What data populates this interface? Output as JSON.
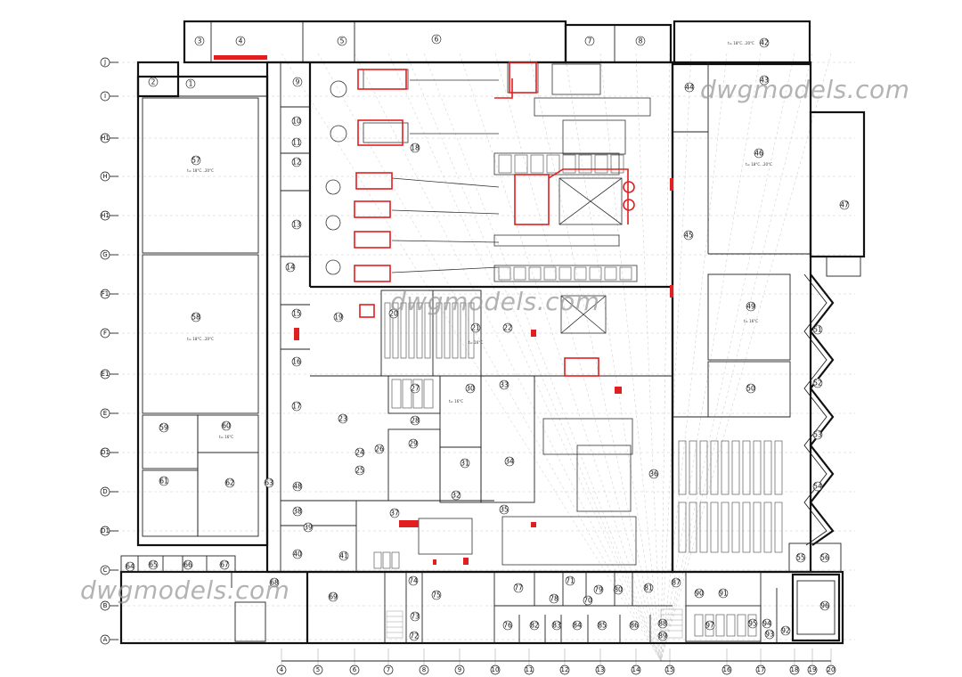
{
  "watermarks": [
    "dwgmodels.com",
    "dwgmodels.com",
    "dwgmodels.com"
  ],
  "axes": {
    "rows": [
      "J",
      "I",
      "H1",
      "H",
      "H1",
      "G",
      "F1",
      "F",
      "E1",
      "E",
      "D1",
      "D",
      "D1",
      "C",
      "B",
      "A"
    ],
    "columns": [
      "4",
      "5",
      "6",
      "7",
      "8",
      "9",
      "10",
      "11",
      "12",
      "13",
      "14",
      "15",
      "16",
      "17",
      "18",
      "19",
      "20"
    ]
  },
  "room_notes": {
    "r57": "t= 18°C...20°C",
    "r58": "t= 18°C...20°C",
    "r46": "t= 18°C...20°C",
    "r42": "t= 18°C...20°C",
    "r49": "t= 16°C",
    "r60": "t= 16°C",
    "r30": "t= 16°C",
    "r21": "t= 16°C"
  },
  "rooms": [
    {
      "n": "1"
    },
    {
      "n": "2"
    },
    {
      "n": "3"
    },
    {
      "n": "4"
    },
    {
      "n": "5"
    },
    {
      "n": "6"
    },
    {
      "n": "7"
    },
    {
      "n": "8"
    },
    {
      "n": "9"
    },
    {
      "n": "10"
    },
    {
      "n": "11"
    },
    {
      "n": "12"
    },
    {
      "n": "13"
    },
    {
      "n": "14"
    },
    {
      "n": "15"
    },
    {
      "n": "16"
    },
    {
      "n": "17"
    },
    {
      "n": "18"
    },
    {
      "n": "19"
    },
    {
      "n": "20"
    },
    {
      "n": "21"
    },
    {
      "n": "22"
    },
    {
      "n": "23"
    },
    {
      "n": "24"
    },
    {
      "n": "25"
    },
    {
      "n": "26"
    },
    {
      "n": "27"
    },
    {
      "n": "28"
    },
    {
      "n": "29"
    },
    {
      "n": "30"
    },
    {
      "n": "31"
    },
    {
      "n": "32"
    },
    {
      "n": "33"
    },
    {
      "n": "34"
    },
    {
      "n": "35"
    },
    {
      "n": "36"
    },
    {
      "n": "37"
    },
    {
      "n": "38"
    },
    {
      "n": "39"
    },
    {
      "n": "40"
    },
    {
      "n": "41"
    },
    {
      "n": "42"
    },
    {
      "n": "43"
    },
    {
      "n": "44"
    },
    {
      "n": "45"
    },
    {
      "n": "46"
    },
    {
      "n": "47"
    },
    {
      "n": "48"
    },
    {
      "n": "49"
    },
    {
      "n": "50"
    },
    {
      "n": "51"
    },
    {
      "n": "52"
    },
    {
      "n": "53"
    },
    {
      "n": "54"
    },
    {
      "n": "55"
    },
    {
      "n": "56"
    },
    {
      "n": "57"
    },
    {
      "n": "58"
    },
    {
      "n": "59"
    },
    {
      "n": "60"
    },
    {
      "n": "61"
    },
    {
      "n": "62"
    },
    {
      "n": "63"
    },
    {
      "n": "64"
    },
    {
      "n": "65"
    },
    {
      "n": "66"
    },
    {
      "n": "67"
    },
    {
      "n": "68"
    },
    {
      "n": "69"
    },
    {
      "n": "70"
    },
    {
      "n": "71"
    },
    {
      "n": "72"
    },
    {
      "n": "73"
    },
    {
      "n": "74"
    },
    {
      "n": "75"
    },
    {
      "n": "76"
    },
    {
      "n": "77"
    },
    {
      "n": "78"
    },
    {
      "n": "79"
    },
    {
      "n": "80"
    },
    {
      "n": "81"
    },
    {
      "n": "82"
    },
    {
      "n": "83"
    },
    {
      "n": "84"
    },
    {
      "n": "85"
    },
    {
      "n": "86"
    },
    {
      "n": "87"
    },
    {
      "n": "88"
    },
    {
      "n": "89"
    },
    {
      "n": "90"
    },
    {
      "n": "91"
    },
    {
      "n": "92"
    },
    {
      "n": "93"
    },
    {
      "n": "94"
    },
    {
      "n": "95"
    },
    {
      "n": "96"
    },
    {
      "n": "97"
    }
  ],
  "colors": {
    "walls": "#111111",
    "highlight": "#e02020",
    "grid": "#c8c8c8",
    "watermark": "#9a9a9a"
  }
}
